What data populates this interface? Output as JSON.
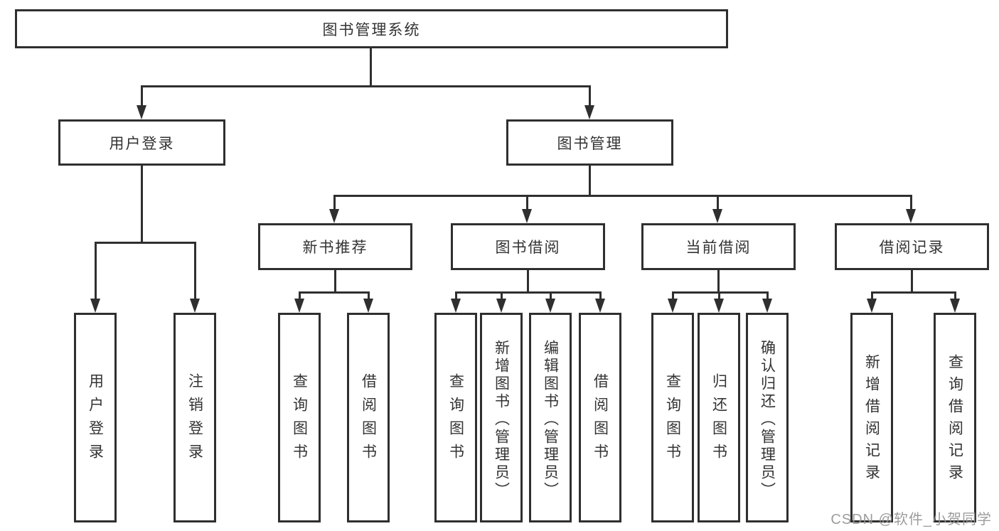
{
  "nodes": {
    "root": "图书管理系统",
    "user_login": "用户登录",
    "book_mgmt": "图书管理",
    "new_books": "新书推荐",
    "book_borrow": "图书借阅",
    "current_borrow": "当前借阅",
    "borrow_records": "借阅记录",
    "leaf_user_login": "用户登录",
    "leaf_logout": "注销登录",
    "leaf_query_books_a": "查询图书",
    "leaf_borrow_books_a": "借阅图书",
    "leaf_query_books_b": "查询图书",
    "leaf_add_book": "新增图书（管理员）",
    "leaf_edit_book": "编辑图书（管理员）",
    "leaf_borrow_books_b": "借阅图书",
    "leaf_query_books_c": "查询图书",
    "leaf_return_book": "归还图书",
    "leaf_confirm_return": "确认归还（管理员）",
    "leaf_add_record": "新增借阅记录",
    "leaf_query_record": "查询借阅记录"
  },
  "watermark": "CSDN @软件_小贺同学",
  "colors": {
    "line": "#2f2f2f",
    "text": "#333333",
    "watermark": "#949494",
    "background": "#ffffff"
  }
}
